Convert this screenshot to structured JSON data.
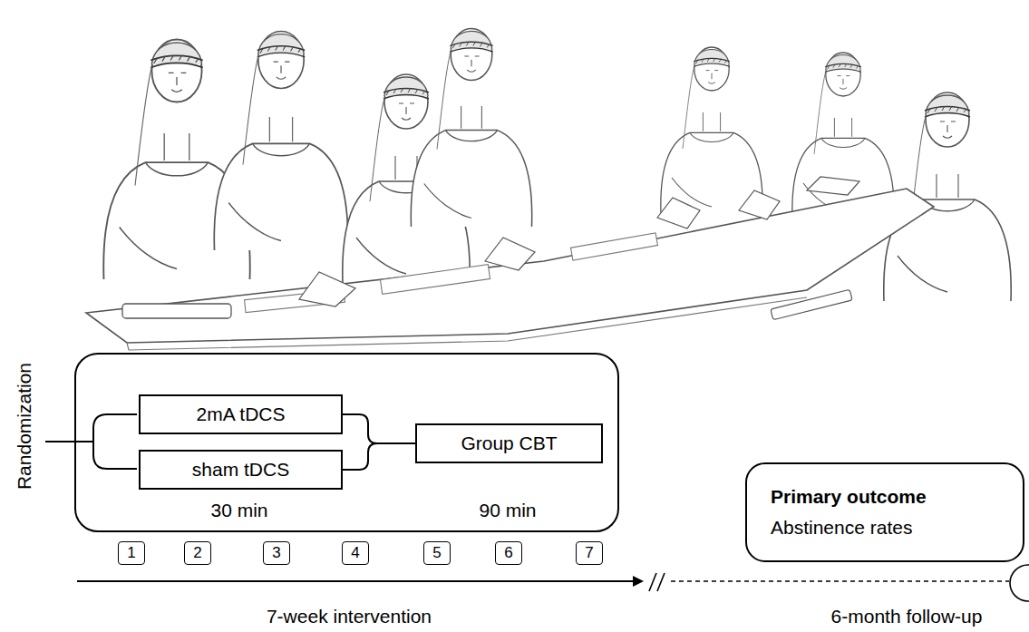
{
  "diagram": {
    "nodes": [
      {
        "text": [
          "30 min",
          "90 min"
        ]
      },
      {
        "text": [
          "2mA tDCS"
        ],
        "in": 0
      },
      {
        "text": [
          "sham tDCS"
        ],
        "in": 0
      },
      {
        "text": [
          "Group CBT"
        ],
        "in": 0
      },
      {
        "text": [
          "1"
        ]
      },
      {
        "text": [
          "2"
        ]
      },
      {
        "text": [
          "3"
        ]
      },
      {
        "text": [
          "4"
        ]
      },
      {
        "text": [
          "5"
        ]
      },
      {
        "text": [
          "6"
        ]
      },
      {
        "text": [
          "7"
        ]
      },
      {
        "text": [
          "Primary outcome",
          "Abstinence rates"
        ]
      }
    ],
    "edges": [
      {
        "from": 1,
        "to": 3,
        "arrow": "none"
      },
      {
        "from": 2,
        "to": 3,
        "arrow": "none"
      }
    ],
    "labels": [
      "Randomization",
      "7-week intervention",
      "6-month follow-up"
    ]
  }
}
